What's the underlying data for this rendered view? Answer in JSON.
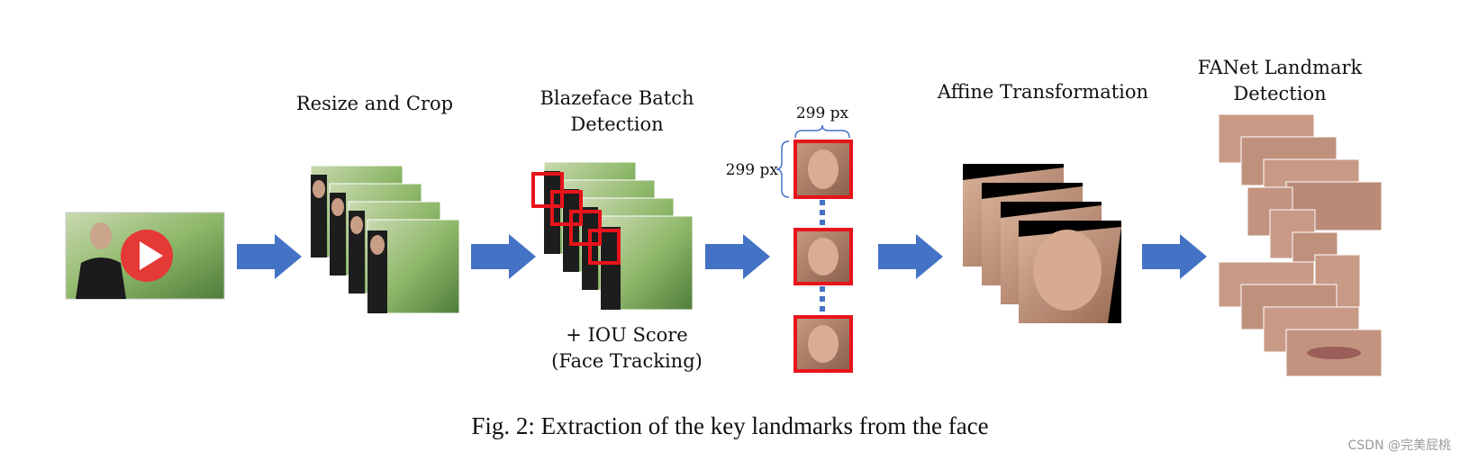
{
  "steps": [
    {
      "label_lines": [
        "Resize and Crop"
      ]
    },
    {
      "label_lines": [
        "Blazeface Batch",
        "Detection"
      ]
    },
    {
      "label_lines": [
        "Affine Transformation"
      ]
    },
    {
      "label_lines": [
        "FANet Landmark",
        "Detection"
      ]
    }
  ],
  "iou_label_lines": [
    "+ IOU Score",
    "(Face Tracking)"
  ],
  "crop_size": {
    "width_label": "299 px",
    "height_label": "299 px"
  },
  "caption": "Fig. 2: Extraction of the key landmarks from the face",
  "watermark": "CSDN @完美屁桃",
  "colors": {
    "arrow": "#4472C4",
    "detection_box": "#E8141B",
    "play_button": "#E53935",
    "dashed_link": "#4472C4"
  },
  "icons": [
    "play-icon"
  ]
}
